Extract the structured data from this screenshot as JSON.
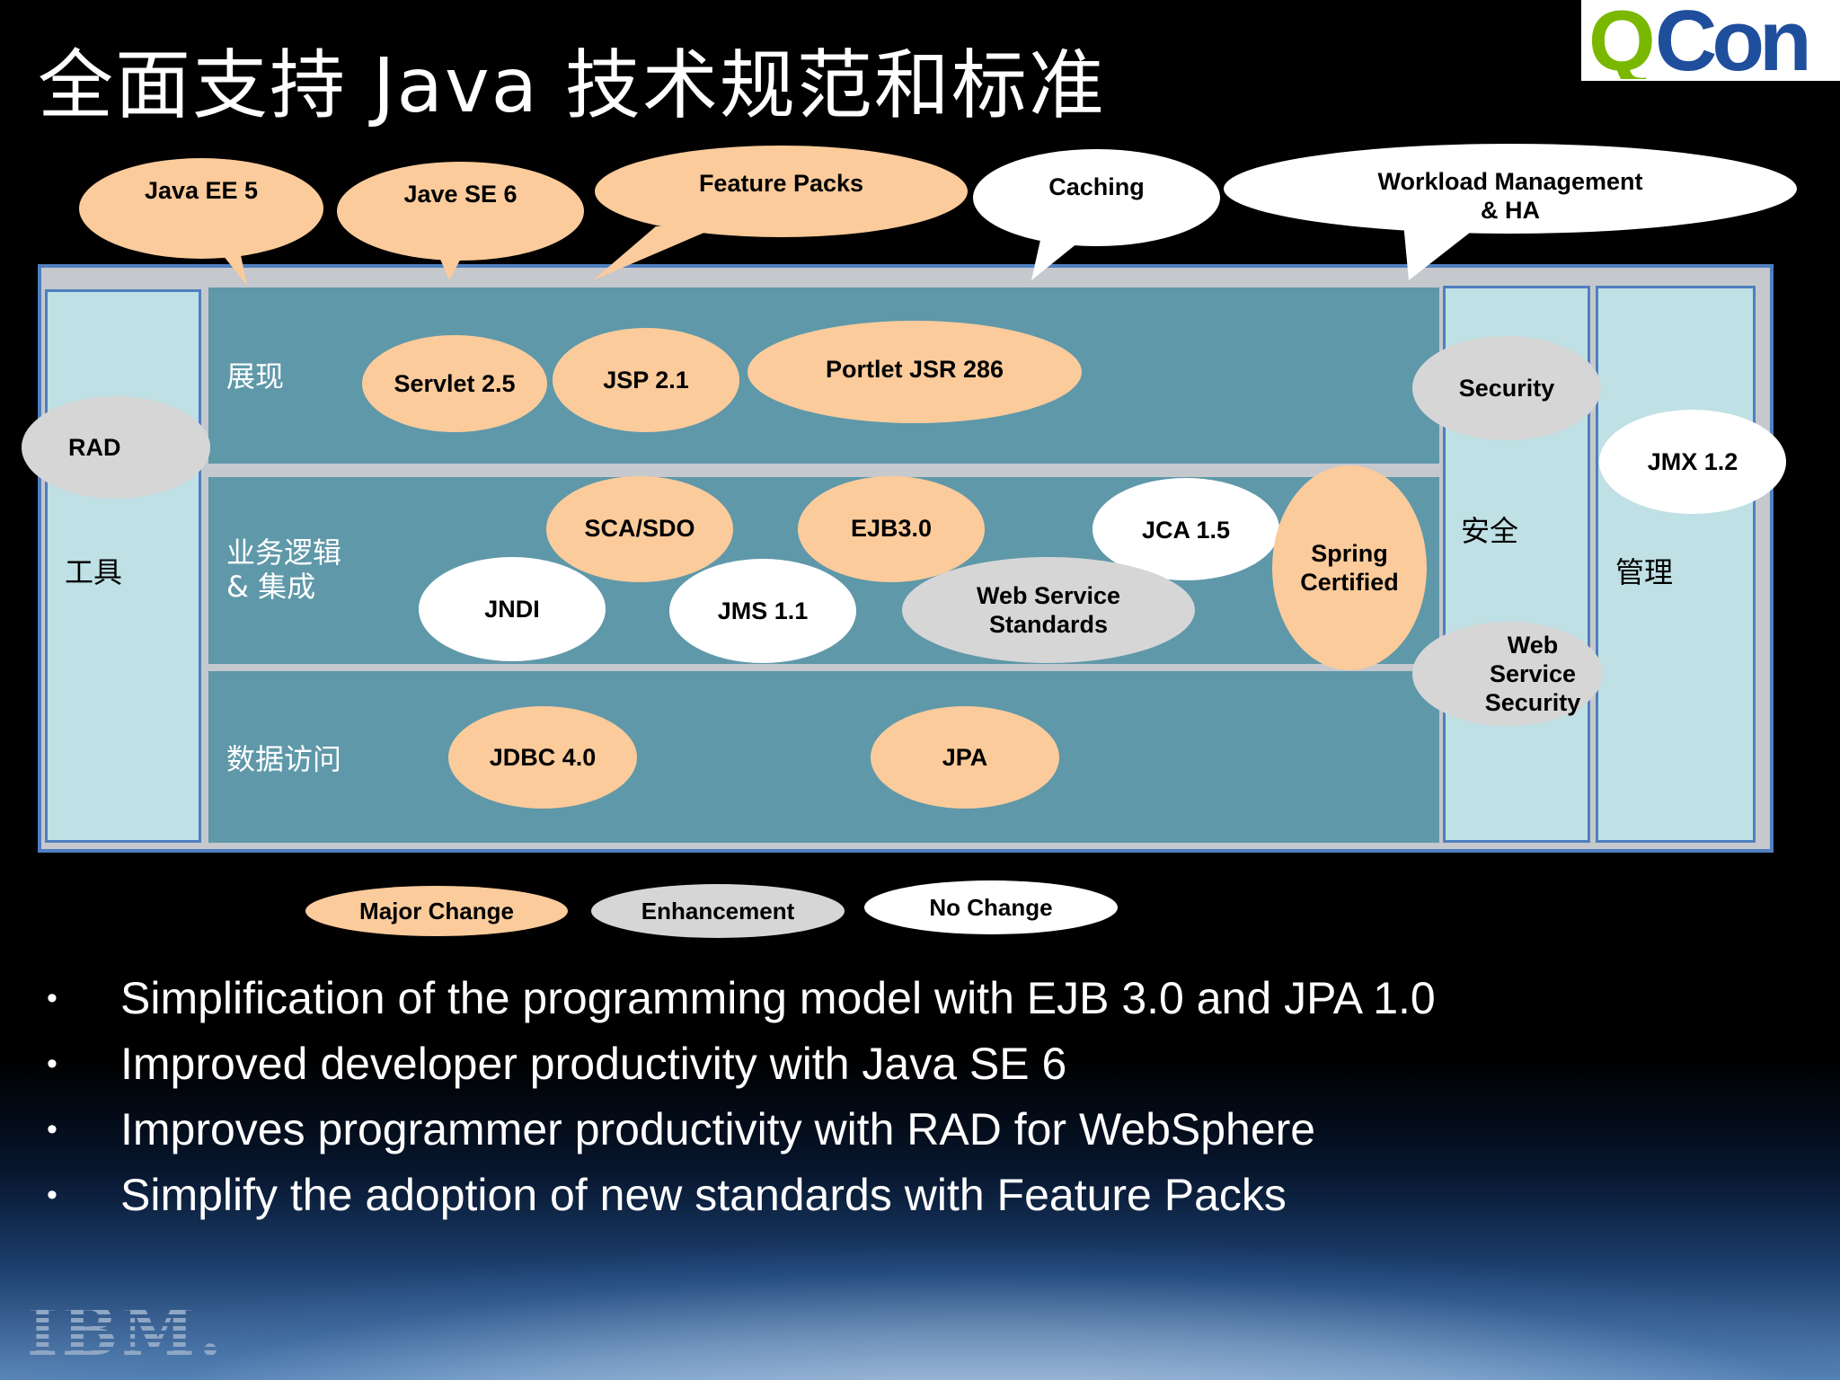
{
  "title": "全面支持 Java 技术规范和标准",
  "logos": {
    "qcon": "QCon",
    "ibm": "IBM."
  },
  "callouts": {
    "java_ee": "Java EE 5",
    "java_se": "Jave SE 6",
    "feature_packs": "Feature Packs",
    "caching": "Caching",
    "workload": "Workload Management\n& HA"
  },
  "panels": {
    "tools_label": "工具",
    "security_label": "安全",
    "management_label": "管理"
  },
  "rows": {
    "presentation": "展现",
    "business": "业务逻辑\n& 集成",
    "data": "数据访问"
  },
  "items": {
    "rad": "RAD",
    "servlet": "Servlet 2.5",
    "jsp": "JSP 2.1",
    "portlet": "Portlet JSR 286",
    "security": "Security",
    "jmx": "JMX 1.2",
    "sca": "SCA/SDO",
    "ejb": "EJB3.0",
    "jca": "JCA 1.5",
    "spring": "Spring\nCertified",
    "jndi": "JNDI",
    "jms": "JMS 1.1",
    "ws_standards": "Web Service\nStandards",
    "ws_security": "Web Service\nSecurity",
    "jdbc": "JDBC 4.0",
    "jpa": "JPA"
  },
  "legend": {
    "major": "Major Change",
    "enhancement": "Enhancement",
    "no_change": "No Change"
  },
  "bullets": [
    "Simplification of the programming model with EJB 3.0 and JPA 1.0",
    "Improved developer productivity with Java SE 6",
    "Improves programmer productivity with RAD for WebSphere",
    "Simplify the adoption of new standards with Feature Packs"
  ],
  "bullet_symbol": "•",
  "colors": {
    "major_change": "#fbcb9b",
    "enhancement": "#d6d6d6",
    "no_change": "#ffffff",
    "row_fill": "#5f98a9",
    "panel_fill": "#bfe0e4",
    "frame_border": "#4f7fc0"
  }
}
